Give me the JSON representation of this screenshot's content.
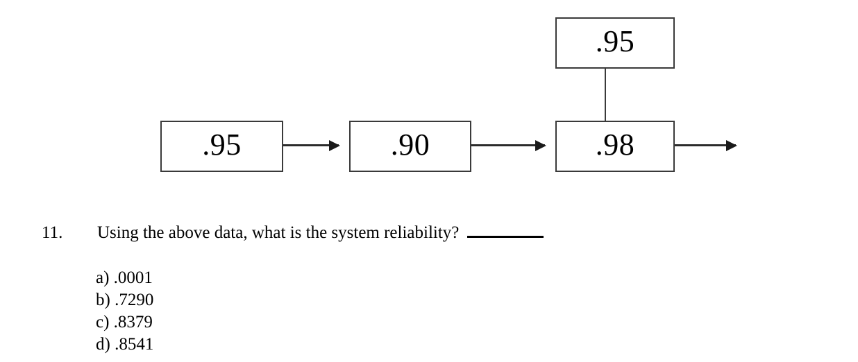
{
  "diagram": {
    "type": "reliability-block-diagram",
    "blocks": [
      {
        "id": "parallel-top",
        "label": ".95",
        "position": "top-parallel-branch"
      },
      {
        "id": "serial-1",
        "label": ".95",
        "position": "first-in-series"
      },
      {
        "id": "serial-2",
        "label": ".90",
        "position": "second-in-series"
      },
      {
        "id": "parallel-bottom",
        "label": ".98",
        "position": "bottom-parallel-branch"
      }
    ],
    "arrow_count": 3,
    "connector_note": "vertical line joining .95 (top) and .98 (bottom) parallel components"
  },
  "question": {
    "number": "11.",
    "text": "Using the above data, what is the system reliability?",
    "blank": ""
  },
  "options": [
    {
      "letter": "a)",
      "value": ".0001",
      "full": "a) .0001"
    },
    {
      "letter": "b)",
      "value": ".7290",
      "full": "b) .7290"
    },
    {
      "letter": "c)",
      "value": ".8379",
      "full": "c) .8379"
    },
    {
      "letter": "d)",
      "value": ".8541",
      "full": "d) .8541"
    }
  ],
  "colors": {
    "background": "#ffffff",
    "text": "#000000",
    "box_border": "#3a3a3a",
    "arrow": "#1a1a1a"
  }
}
